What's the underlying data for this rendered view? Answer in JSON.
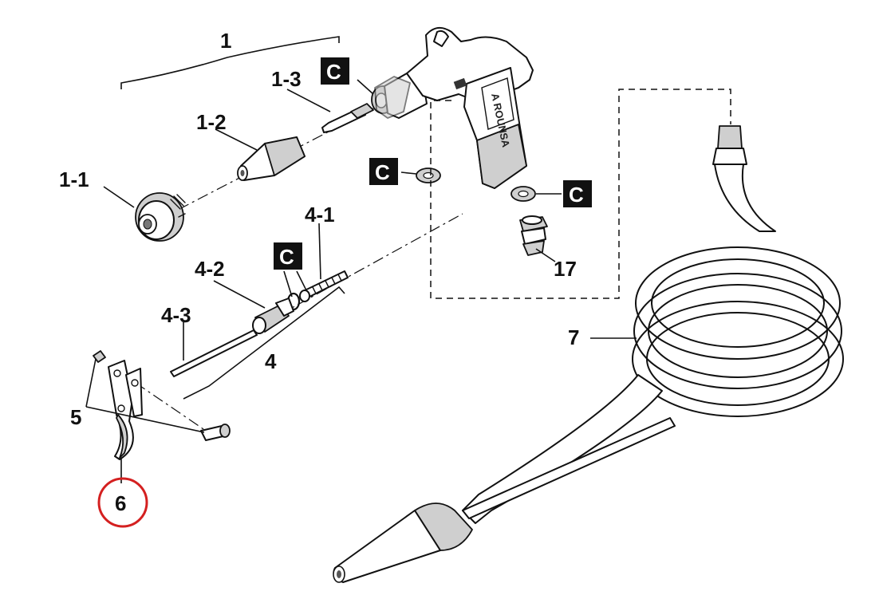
{
  "labels": {
    "group_1": "1",
    "part_1_1": "1-1",
    "part_1_2": "1-2",
    "part_1_3": "1-3",
    "group_4": "4",
    "part_4_1": "4-1",
    "part_4_2": "4-2",
    "part_4_3": "4-3",
    "part_5": "5",
    "part_6": "6",
    "part_7": "7",
    "part_17": "17"
  },
  "callouts": {
    "c1": "C",
    "c2": "C",
    "c3": "C",
    "c4": "C"
  },
  "gun_brand": "A ROUNSA",
  "colors": {
    "highlight_circle": "#d42020",
    "callout_box": "#111111"
  }
}
